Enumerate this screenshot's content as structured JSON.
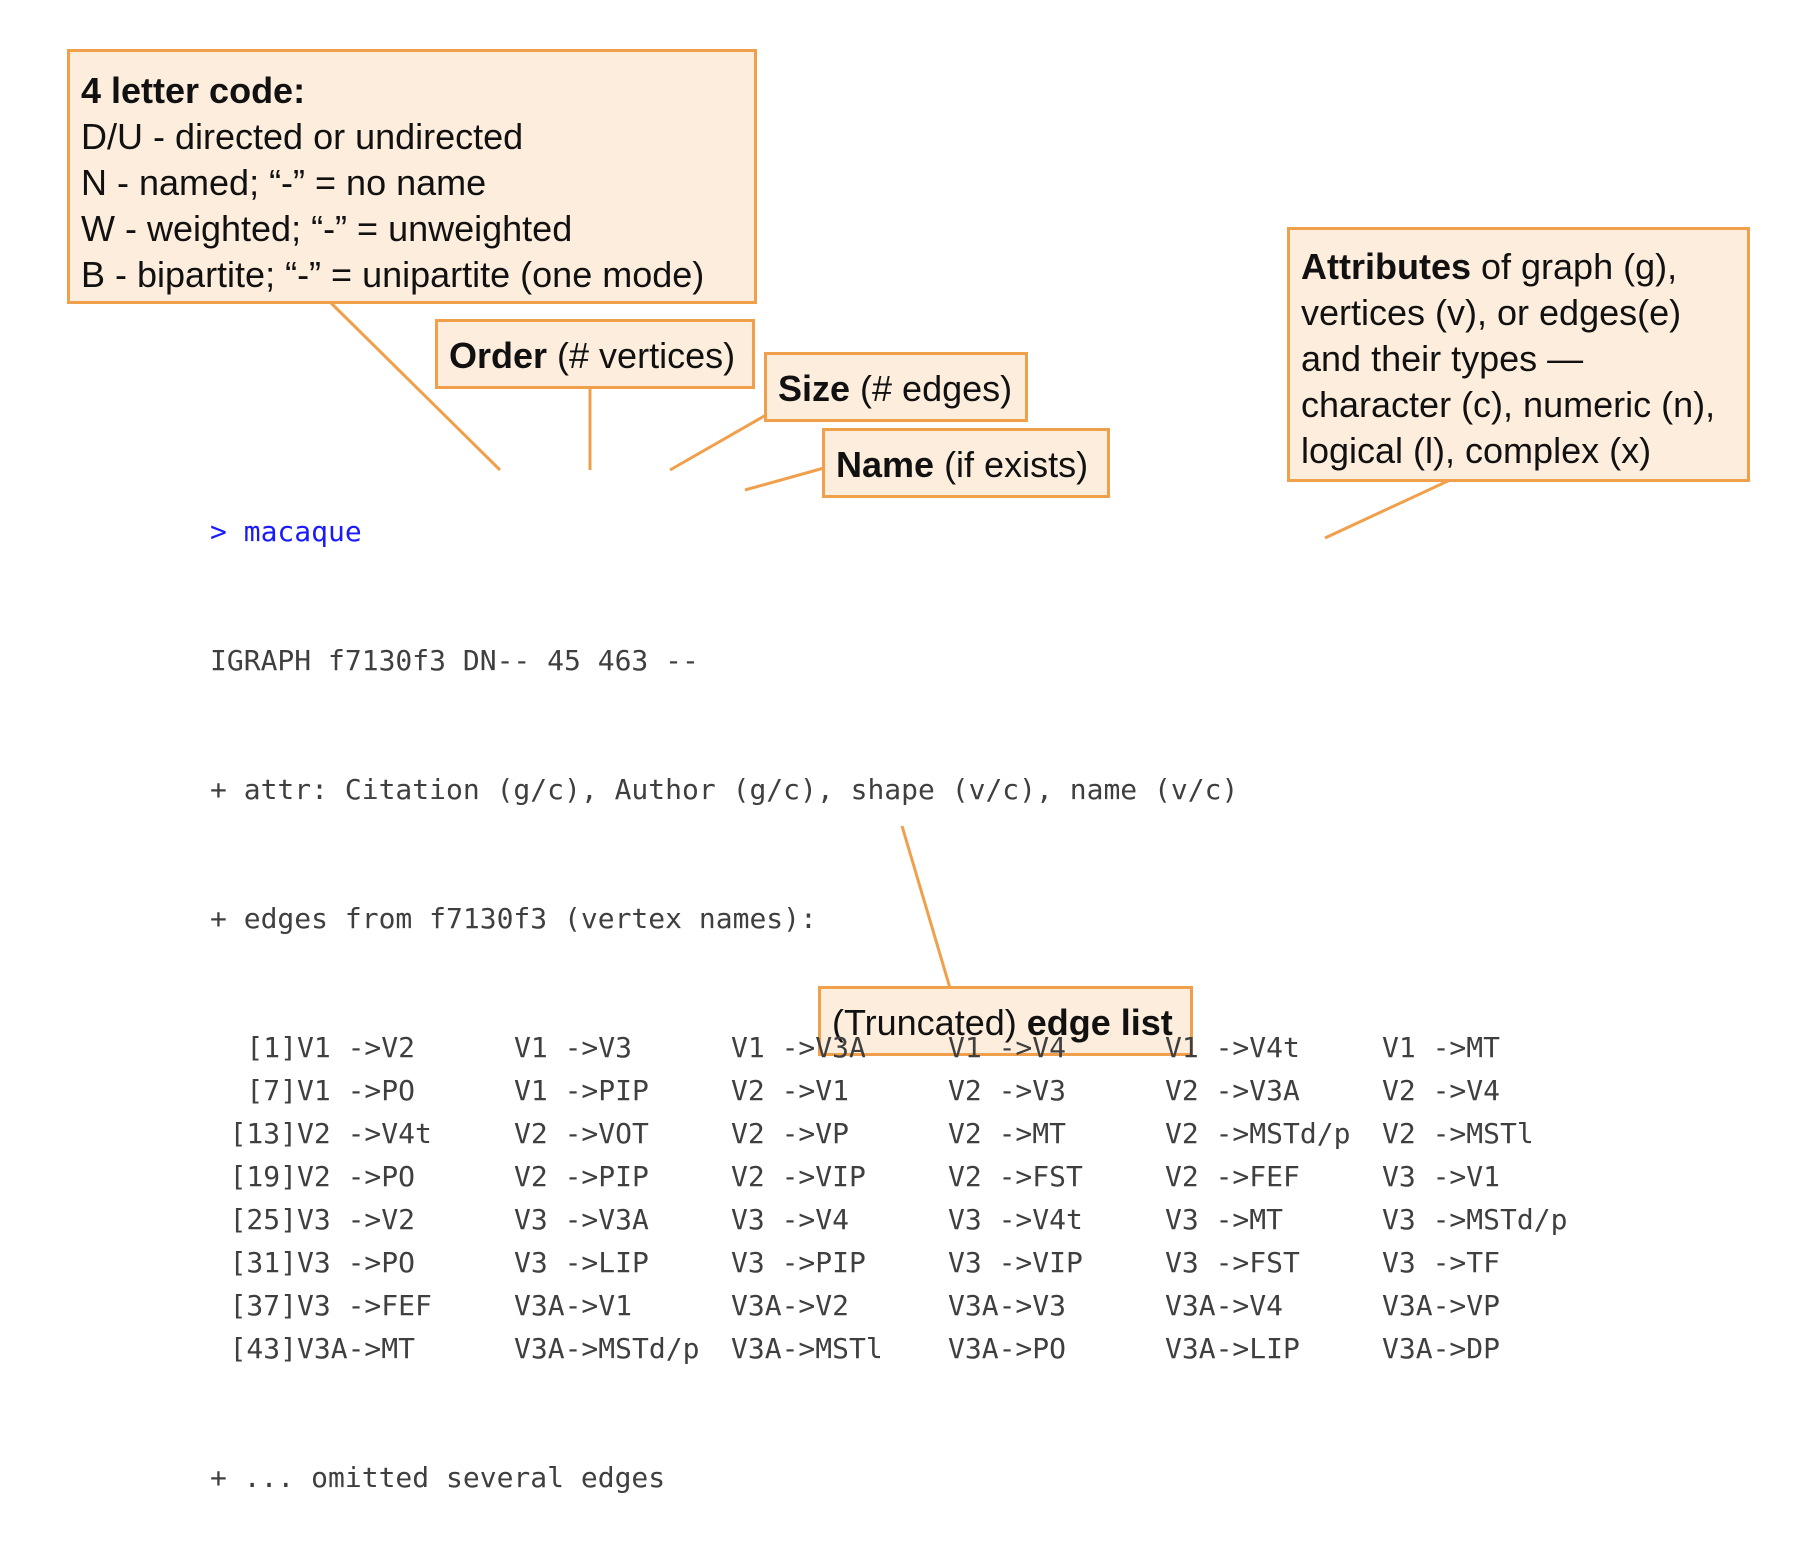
{
  "callouts": {
    "code": {
      "title": "4 letter code:",
      "lines": [
        "D/U - directed or undirected",
        "N - named; “-” = no name",
        "W - weighted; “-” = unweighted",
        "B - bipartite; “-” = unipartite (one mode)"
      ]
    },
    "order": {
      "bold": "Order",
      "rest": " (# vertices)"
    },
    "size": {
      "bold": "Size",
      "rest": " (# edges)"
    },
    "name": {
      "bold": "Name",
      "rest": " (if exists)"
    },
    "attributes": {
      "bold": "Attributes",
      "first_rest": " of graph (g),",
      "lines": [
        "vertices (v), or edges(e)",
        "and their types —",
        "character (c), numeric (n),",
        "logical (l), complex (x)"
      ]
    },
    "edgelist": {
      "plain": "(Truncated) ",
      "bold": "edge list"
    }
  },
  "console": {
    "prompt_line": "> macaque",
    "header_line": "IGRAPH f7130f3 DN-- 45 463 --",
    "attr_line": "+ attr: Citation (g/c), Author (g/c), shape (v/c), name (v/c)",
    "edges_line": "+ edges from f7130f3 (vertex names):",
    "edge_rows": [
      {
        "index": "[1]",
        "edges": [
          "V1 ->V2",
          "V1 ->V3",
          "V1 ->V3A",
          "V1 ->V4",
          "V1 ->V4t",
          "V1 ->MT"
        ]
      },
      {
        "index": "[7]",
        "edges": [
          "V1 ->PO",
          "V1 ->PIP",
          "V2 ->V1",
          "V2 ->V3",
          "V2 ->V3A",
          "V2 ->V4"
        ]
      },
      {
        "index": "[13]",
        "edges": [
          "V2 ->V4t",
          "V2 ->VOT",
          "V2 ->VP",
          "V2 ->MT",
          "V2 ->MSTd/p",
          "V2 ->MSTl"
        ]
      },
      {
        "index": "[19]",
        "edges": [
          "V2 ->PO",
          "V2 ->PIP",
          "V2 ->VIP",
          "V2 ->FST",
          "V2 ->FEF",
          "V3 ->V1"
        ]
      },
      {
        "index": "[25]",
        "edges": [
          "V3 ->V2",
          "V3 ->V3A",
          "V3 ->V4",
          "V3 ->V4t",
          "V3 ->MT",
          "V3 ->MSTd/p"
        ]
      },
      {
        "index": "[31]",
        "edges": [
          "V3 ->PO",
          "V3 ->LIP",
          "V3 ->PIP",
          "V3 ->VIP",
          "V3 ->FST",
          "V3 ->TF"
        ]
      },
      {
        "index": "[37]",
        "edges": [
          "V3 ->FEF",
          "V3A->V1",
          "V3A->V2",
          "V3A->V3",
          "V3A->V4",
          "V3A->VP"
        ]
      },
      {
        "index": "[43]",
        "edges": [
          "V3A->MT",
          "V3A->MSTd/p",
          "V3A->MSTl",
          "V3A->PO",
          "V3A->LIP",
          "V3A->DP"
        ]
      }
    ],
    "omitted_line": "+ ... omitted several edges"
  },
  "colors": {
    "accent": "#f0a04b",
    "fill": "#fdeddd",
    "prompt": "#1a1aff",
    "text": "#3f3f3f"
  }
}
